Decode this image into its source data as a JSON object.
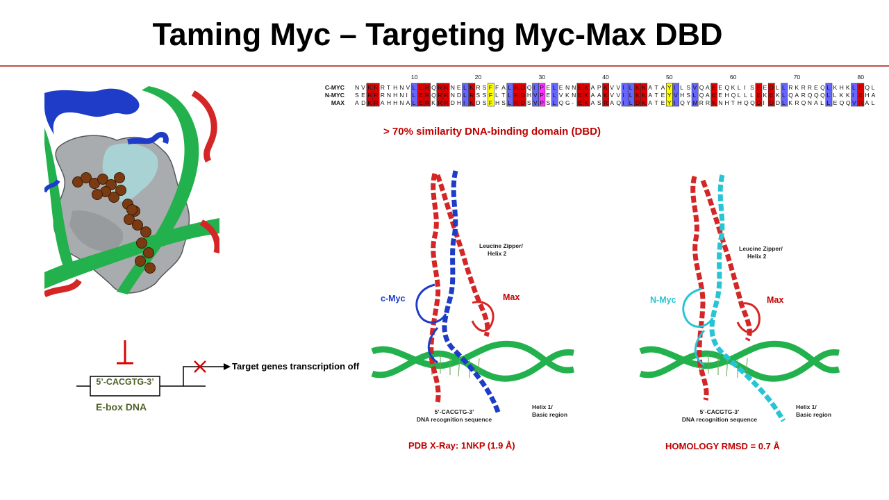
{
  "slide": {
    "title": "Taming Myc – Targeting Myc-Max DBD",
    "colors": {
      "accent_line": "#c0504d",
      "caption_red": "#c00000",
      "ebox_green": "#4f6228"
    }
  },
  "alignment": {
    "numbers": [
      "10",
      "20",
      "30",
      "40",
      "50",
      "60",
      "70",
      "80"
    ],
    "rows": [
      {
        "name": "C-MYC",
        "sequence": "NVKRRTHNVLERQRRNELKRSFFALRDQIPELENNEKAPKVVILKKATAYILSVQAEEQKLISEEDLLRKRREQLKHKLEQL"
      },
      {
        "name": "N-MYC",
        "sequence": "SERRRNHNILERQRRNDLRSSFLTLRDHVPELVKNEKAAKVVILKKATEYVHSLQAEEHQLLLEKEKLQARQQQLLKKIEHA"
      },
      {
        "name": "MAX",
        "sequence": "ADKRAHHNALERKRRDHIKDSFHSLRDSVPSLQG-EKASRAQILDKATEYIQYMRRKNHTHQQDIDDLKRQNALLEQQVRAL"
      }
    ],
    "similarity_note": "> 70% similarity DNA-binding domain (DBD)"
  },
  "ebox_diagram": {
    "sequence": "5’-CACGTG-3’",
    "caption": "E-box DNA",
    "target_text": "Target genes transcription off"
  },
  "structure_left": {
    "leucine_zipper_label_1": "Leucine Zipper/",
    "leucine_zipper_label_2": "Helix 2",
    "chain_a": "c-Myc",
    "chain_b": "Max",
    "dna_label_1": "5’-CACGTG-3’",
    "dna_label_2": "DNA recognition sequence",
    "basic_label_1": "Helix 1/",
    "basic_label_2": "Basic region",
    "caption": "PDB X-Ray: 1NKP (1.9 Å)"
  },
  "structure_right": {
    "leucine_zipper_label_1": "Leucine Zipper/",
    "leucine_zipper_label_2": "Helix 2",
    "chain_a": "N-Myc",
    "chain_b": "Max",
    "dna_label_1": "5’-CACGTG-3’",
    "dna_label_2": "DNA recognition sequence",
    "basic_label_1": "Helix 1/",
    "basic_label_2": "Basic region",
    "caption": "HOMOLOGY RMSD = 0.7 Å"
  }
}
